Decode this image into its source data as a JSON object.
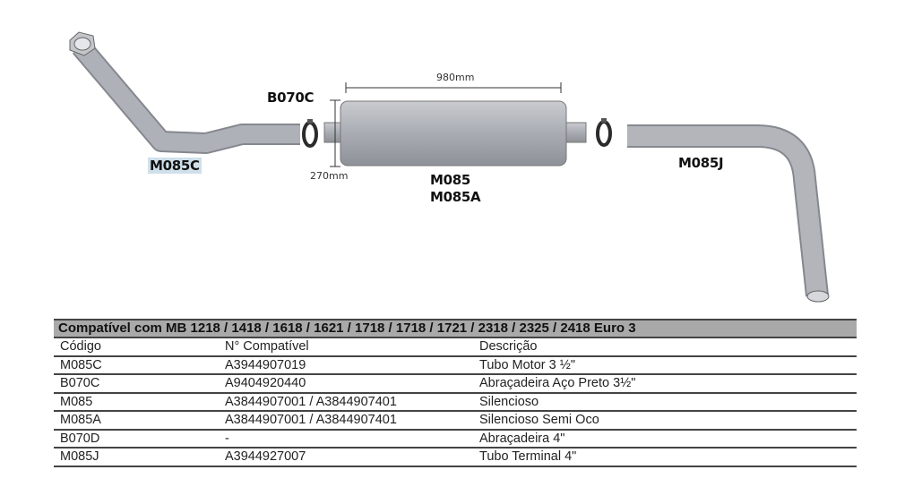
{
  "diagram": {
    "labels": {
      "engine_pipe": "M085C",
      "clamp": "B070C",
      "muffler_1": "M085",
      "muffler_2": "M085A",
      "tail_pipe": "M085J"
    },
    "dimensions": {
      "length": "980mm",
      "diameter": "270mm"
    },
    "colors": {
      "pipe": "#a9acb3",
      "clamp": "#2b2b2b",
      "label_highlight": "#cfe0ea"
    }
  },
  "table": {
    "title": "Compatível com MB 1218 / 1418 / 1618 / 1621 / 1718 / 1718 / 1721 / 2318 / 2325 / 2418 Euro 3",
    "headers": [
      "Código",
      "N° Compatível",
      "Descrição"
    ],
    "rows": [
      {
        "codigo": "M085C",
        "compativel": "A3944907019",
        "descricao": "Tubo Motor 3 ½\""
      },
      {
        "codigo": "B070C",
        "compativel": "A9404920440",
        "descricao": "Abraçadeira Aço Preto 3½\""
      },
      {
        "codigo": "M085",
        "compativel": "A3844907001 / A3844907401",
        "descricao": "Silencioso"
      },
      {
        "codigo": "M085A",
        "compativel": "A3844907001 / A3844907401",
        "descricao": "Silencioso Semi Oco"
      },
      {
        "codigo": "B070D",
        "compativel": "-",
        "descricao": "Abraçadeira 4\""
      },
      {
        "codigo": "M085J",
        "compativel": "A3944927007",
        "descricao": "Tubo Terminal 4\""
      }
    ]
  }
}
